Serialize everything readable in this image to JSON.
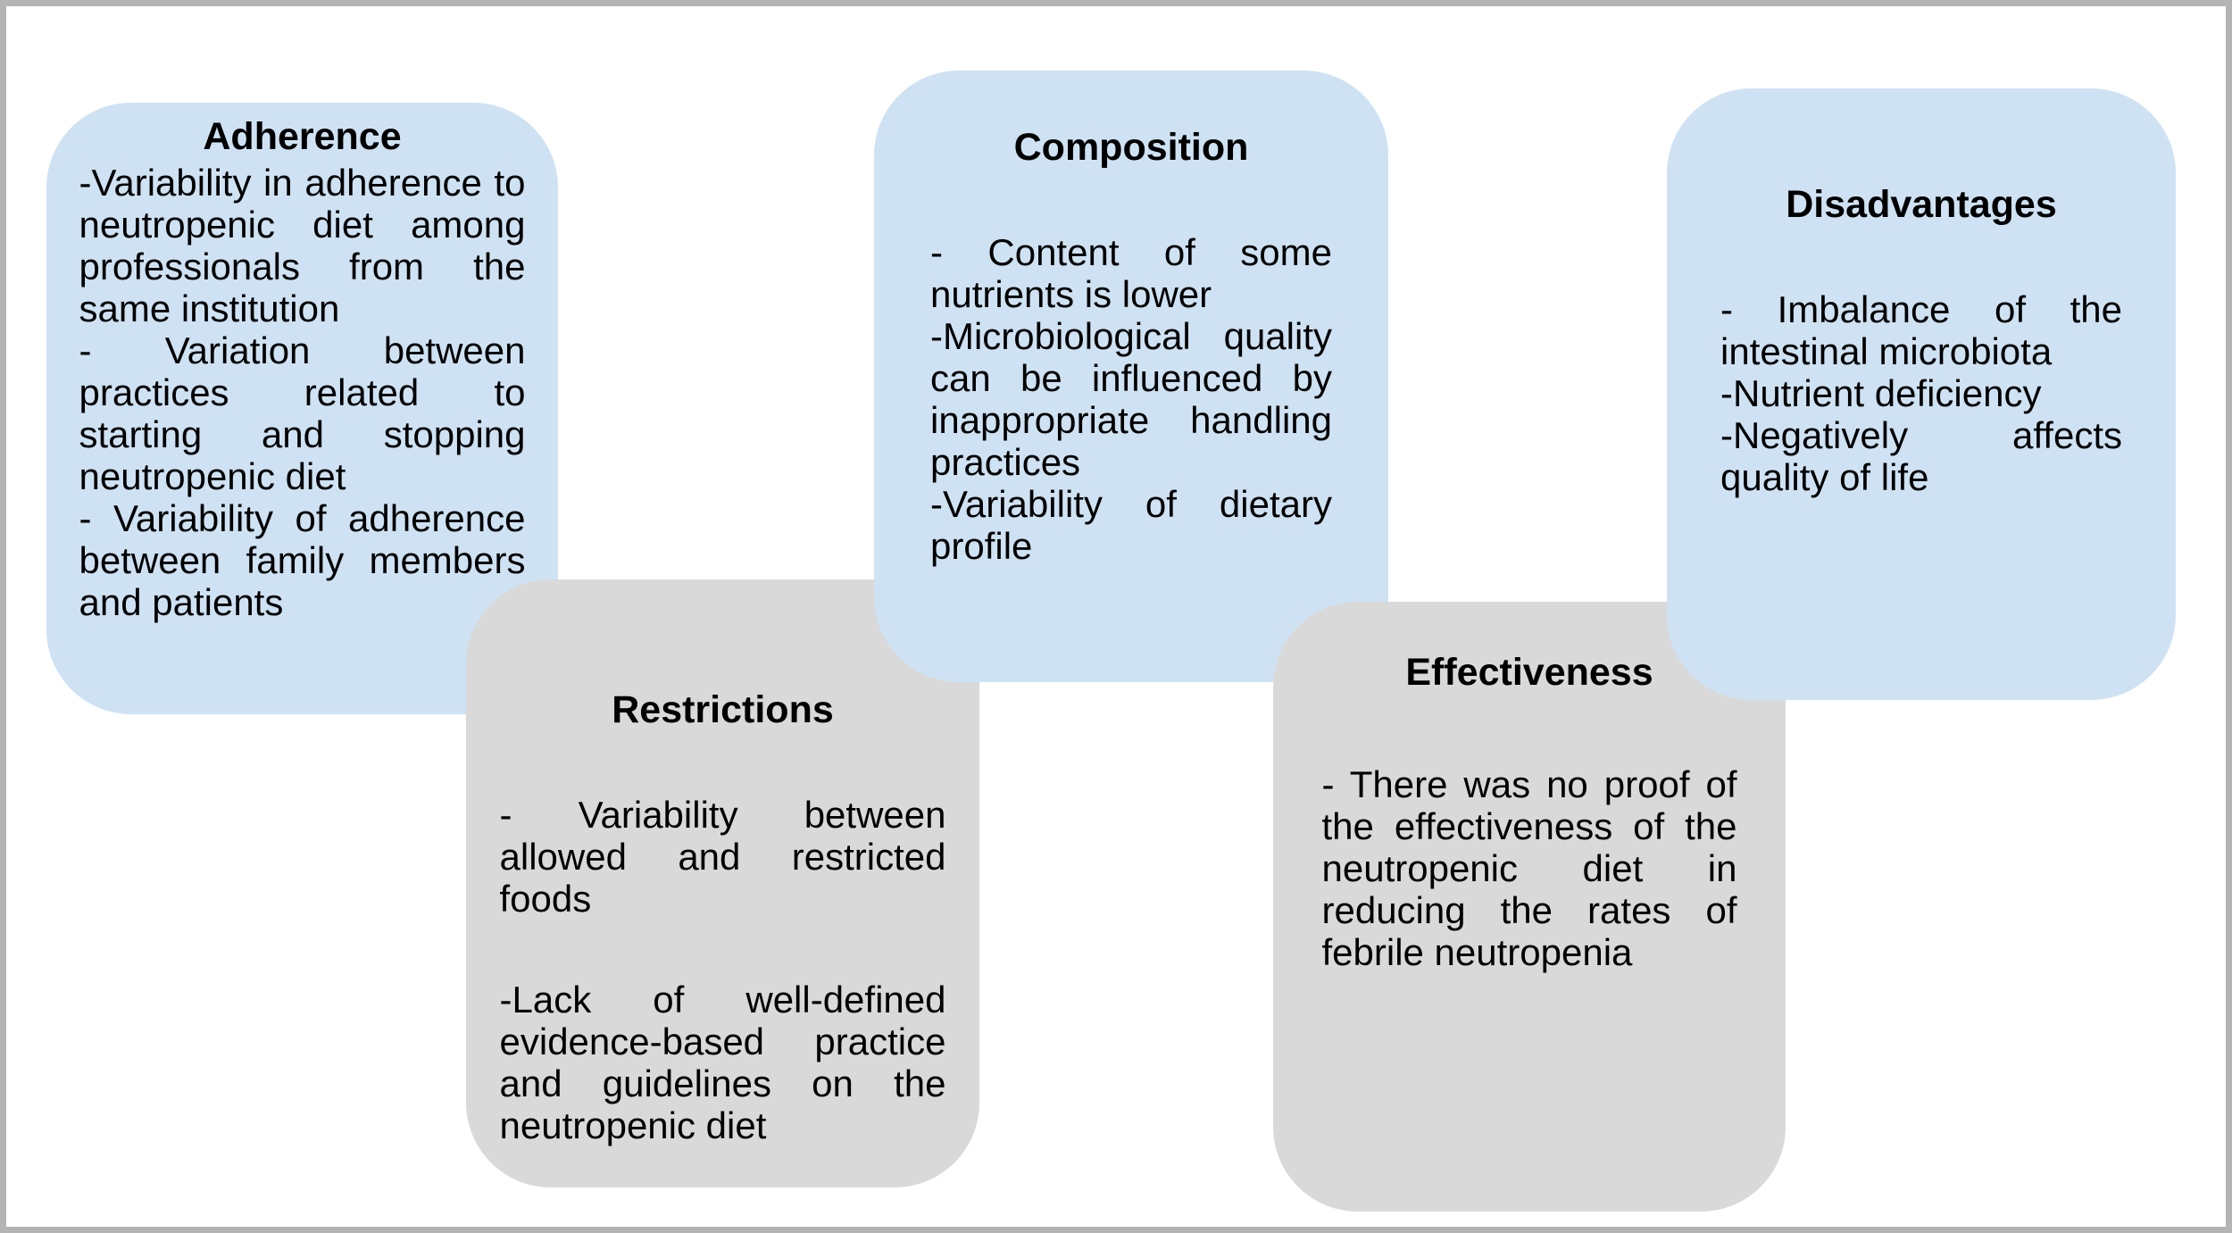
{
  "colors": {
    "card_blue": "#cfe2f3",
    "card_gray": "#d9d9d9",
    "text": "#000000",
    "frame_border": "#b4b4b4",
    "background": "#ffffff"
  },
  "boxes": {
    "adherence": {
      "title": "Adherence",
      "bullets": [
        "-Variability in adherence to neutropenic diet among professionals from the same institution",
        "- Variation between practices related to starting and stopping neutropenic diet",
        "- Variability of adherence between family members and patients"
      ]
    },
    "restrictions": {
      "title": "Restrictions",
      "bullets": [
        "- Variability between allowed and restricted foods",
        "-Lack of well-defined evidence-based practice and guidelines on the neutropenic diet"
      ]
    },
    "composition": {
      "title": "Composition",
      "bullets": [
        "- Content of some nutrients is lower",
        "-Microbiological quality can be influenced by inappropriate handling practices",
        "-Variability of dietary profile"
      ]
    },
    "effectiveness": {
      "title": "Effectiveness",
      "bullets": [
        "- There was no proof of the effectiveness of the neutropenic diet in reducing the rates of febrile neutropenia"
      ]
    },
    "disadvantages": {
      "title": "Disadvantages",
      "bullets": [
        "- Imbalance of the intestinal microbiota",
        "-Nutrient deficiency",
        "-Negatively affects quality of life"
      ]
    }
  }
}
